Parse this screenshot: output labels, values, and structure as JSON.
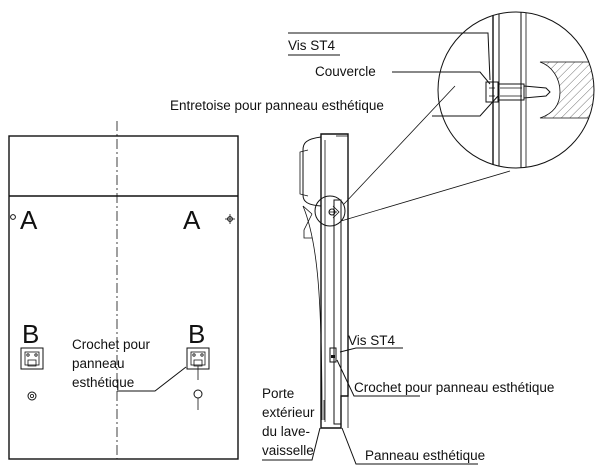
{
  "front_view": {
    "points_a": [
      "A",
      "A"
    ],
    "points_b": [
      "B",
      "B"
    ],
    "hook_label_lines": [
      "Crochet pour",
      "panneau",
      "esthétique"
    ]
  },
  "side_view": {
    "screw_label": "Vis ST4",
    "hook_label": "Crochet pour panneau esthétique",
    "door_label_lines": [
      "Porte",
      "extérieur",
      "du lave-",
      "vaisselle"
    ],
    "panel_label": "Panneau esthétique"
  },
  "detail_view": {
    "screw_label": "Vis ST4",
    "cover_label": "Couvercle",
    "spacer_label": "Entretoise pour panneau esthétique"
  }
}
